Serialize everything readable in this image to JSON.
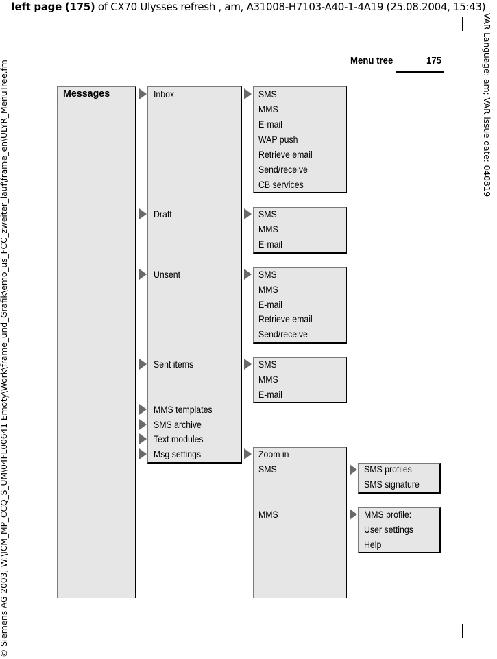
{
  "header": {
    "bold_prefix": "left page (175)",
    "rest": " of CX70 Ulysses refresh , am, A31008-H7103-A40-1-4A19 (25.08.2004, 15:43)"
  },
  "side_left_text": "© Siemens AG 2003, W:\\ICM_MP_CCQ_S_UM\\04FL00641 Emoty\\Work\\frame_und_Grafik\\emo_us_FCC_zweiter_lauf\\frame_en\\ULYR_MenuTree.fm",
  "side_right_text": "VAR Language: am; VAR issue date: 040819",
  "page": {
    "title": "Menu tree",
    "number": "175"
  },
  "colors": {
    "box_fill": "#e6e6e6",
    "arrow": "#6a6a6a",
    "box_edge_dark": "#000000",
    "box_edge_light": "#7a7a7a"
  },
  "menu": {
    "root": "Messages",
    "level1": [
      {
        "label": "Inbox",
        "children": [
          "SMS",
          "MMS",
          "E-mail",
          "WAP push",
          "Retrieve email",
          "Send/receive",
          "CB services"
        ]
      },
      {
        "label": "Draft",
        "children": [
          "SMS",
          "MMS",
          "E-mail"
        ]
      },
      {
        "label": "Unsent",
        "children": [
          "SMS",
          "MMS",
          "E-mail",
          "Retrieve email",
          "Send/receive"
        ]
      },
      {
        "label": "Sent items",
        "children": [
          "SMS",
          "MMS",
          "E-mail"
        ]
      },
      {
        "label": "MMS templates"
      },
      {
        "label": "SMS archive"
      },
      {
        "label": "Text modules"
      },
      {
        "label": "Msg settings",
        "children": [
          "Zoom in",
          "SMS",
          "MMS"
        ]
      }
    ],
    "msg_settings_sub": {
      "SMS": [
        "SMS profiles",
        "SMS signature"
      ],
      "MMS": [
        "MMS profile:",
        "User settings",
        "Help"
      ]
    }
  }
}
